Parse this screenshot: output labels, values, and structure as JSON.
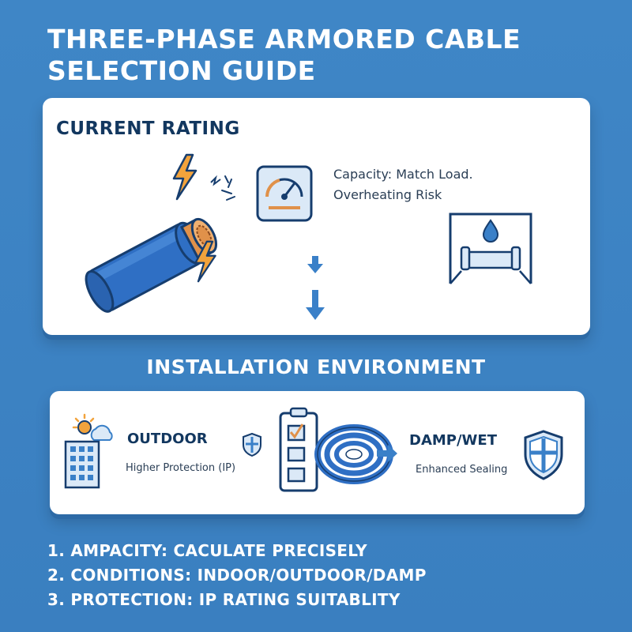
{
  "title": {
    "line1": "THREE-PHASE ARMORED CABLE",
    "line2": "SELECTION GUIDE"
  },
  "current_rating": {
    "heading": "CURRENT RATING",
    "capacity_line1": "Capacity: Match Load.",
    "capacity_line2": "Overheating Risk"
  },
  "installation": {
    "heading": "INSTALLATION ENVIRONMENT",
    "outdoor_label": "OUTDOOR",
    "outdoor_sub": "Higher Protection (IP)",
    "damp_label": "DAMP/WET",
    "damp_sub": "Enhanced Sealing"
  },
  "steps": [
    "1. AMPACITY: CACULATE PRECISELY",
    "2. CONDITIONS: INDOOR/OUTDOOR/DAMP",
    "3. PROTECTION: IP RATING SUITABLITY"
  ],
  "colors": {
    "background": "#3f86c6",
    "navy": "#12375f",
    "cable_blue": "#2f6fc4",
    "copper": "#e0914a",
    "icon_light_blue": "#dbe9f7"
  },
  "icons": [
    "cable-icon",
    "lightning-icon",
    "gauge-icon",
    "down-arrow-icon",
    "damp-room-icon",
    "sun-cloud-icon",
    "building-icon",
    "shield-icon",
    "checklist-icon",
    "coiled-cable-icon",
    "right-arrow-icon"
  ]
}
